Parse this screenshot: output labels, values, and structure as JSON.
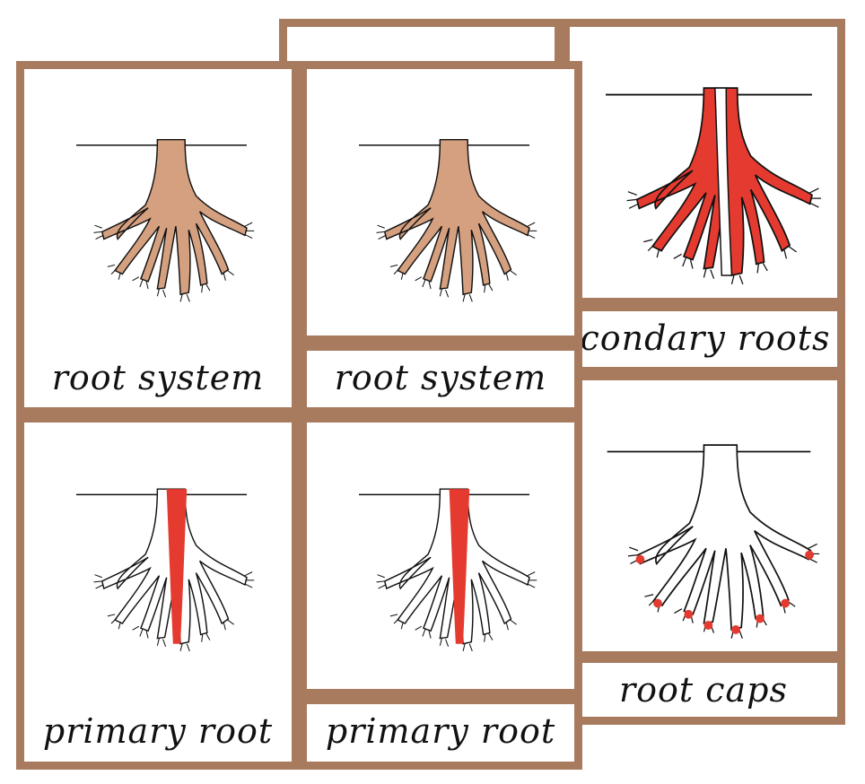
{
  "colors": {
    "frame": "#a87b5e",
    "root_fill": "#d4a07f",
    "highlight": "#e53a2f",
    "outline": "#111111"
  },
  "cards": {
    "root_system_control": {
      "label": "root system"
    },
    "root_system_picture": {
      "icon": "root-system-illustration"
    },
    "root_system_label": {
      "label": "root system"
    },
    "secondary_roots_picture": {
      "icon": "secondary-roots-illustration"
    },
    "secondary_roots_label": {
      "label": "secondary roots"
    },
    "primary_root_control": {
      "label": "primary root"
    },
    "primary_root_picture": {
      "icon": "primary-root-illustration"
    },
    "primary_root_label": {
      "label": "primary root"
    },
    "root_caps_picture": {
      "icon": "root-caps-illustration"
    },
    "root_caps_label": {
      "label": "root caps"
    }
  }
}
